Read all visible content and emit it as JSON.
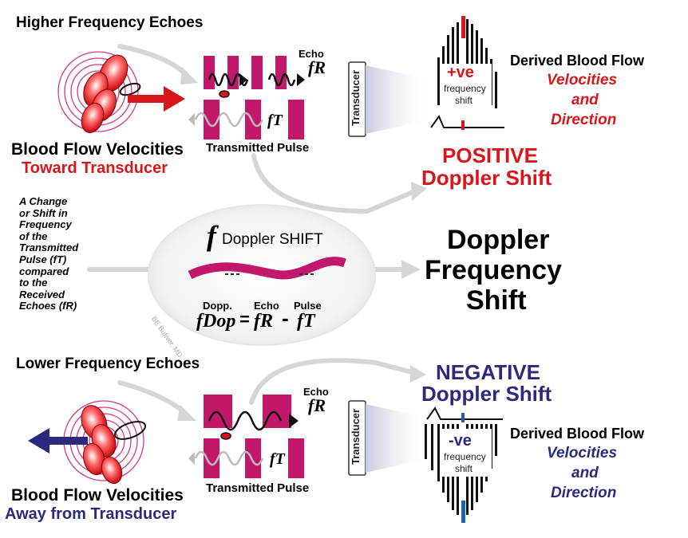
{
  "colors": {
    "red": "#d9161c",
    "navy": "#2b2a7c",
    "magenta": "#c2186b",
    "blue_marker": "#1f5fb0",
    "gray_arrow": "#cfcfcf"
  },
  "top": {
    "echo_caption": "Higher Frequency Echoes",
    "flow_title": "Blood Flow Velocities",
    "flow_subtitle": "Toward Transducer",
    "echo_label": "Echo",
    "fr_label": "fR",
    "ft_label": "fT",
    "pulse_caption": "Transmitted Pulse",
    "transducer_label": "Transducer",
    "spectrum_sign": "+ve",
    "spectrum_line1": "frequency",
    "spectrum_line2": "shift",
    "derived_title": "Derived Blood Flow",
    "derived_line1": "Velocities",
    "derived_line2": "and",
    "derived_line3": "Direction",
    "shift_line1": "POSITIVE",
    "shift_line2": "Doppler Shift"
  },
  "middle": {
    "definition_lines": [
      "A Change",
      "or Shift in",
      "Frequency",
      "of the",
      "Transmitted",
      "Pulse (fT)",
      "compared",
      "to the",
      "Received",
      "Echoes (fR)"
    ],
    "f_symbol": "f",
    "doppler_shift_label": "Doppler SHIFT",
    "label_dopp": "Dopp.",
    "label_echo": "Echo",
    "label_pulse": "Pulse",
    "formula_lhs": "fDop",
    "formula_eq": "=",
    "formula_fr": "fR",
    "formula_minus": "-",
    "formula_ft": "fT",
    "watermark": "BE Bulwer, MD",
    "result_line1": "Doppler",
    "result_line2": "Frequency",
    "result_line3": "Shift"
  },
  "bottom": {
    "echo_caption": "Lower Frequency Echoes",
    "flow_title": "Blood Flow Velocities",
    "flow_subtitle": "Away from Transducer",
    "echo_label": "Echo",
    "fr_label": "fR",
    "ft_label": "fT",
    "pulse_caption": "Transmitted Pulse",
    "transducer_label": "Transducer",
    "spectrum_sign": "-ve",
    "spectrum_line1": "frequency",
    "spectrum_line2": "shift",
    "derived_title": "Derived Blood Flow",
    "derived_line1": "Velocities",
    "derived_line2": "and",
    "derived_line3": "Direction",
    "shift_line1": "NEGATIVE",
    "shift_line2": "Doppler Shift"
  }
}
